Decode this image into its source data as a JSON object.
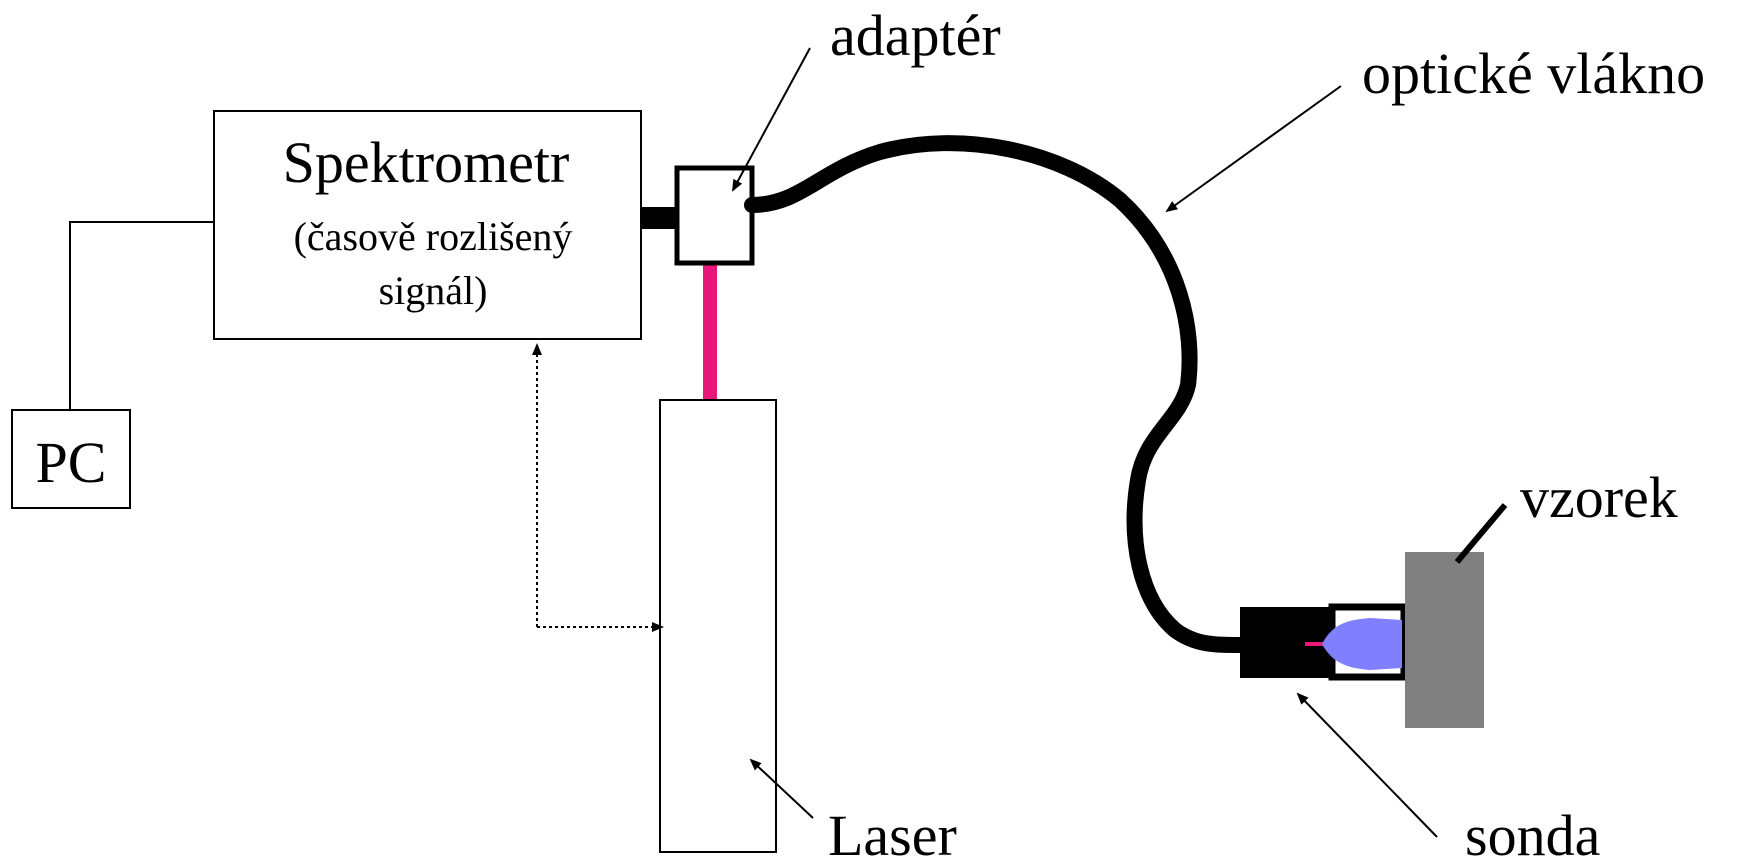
{
  "labels": {
    "spectrometer_title": "Spektrometr",
    "spectrometer_sub1": "(časově rozlišený",
    "spectrometer_sub2": "signál)",
    "pc": "PC",
    "adapter": "adaptér",
    "fiber": "optické vlákno",
    "sample": "vzorek",
    "probe": "sonda",
    "laser": "Laser"
  },
  "colors": {
    "line": "#000000",
    "laser_beam": "#e8177a",
    "sample": "#808080",
    "plasma": "#8080ff"
  }
}
